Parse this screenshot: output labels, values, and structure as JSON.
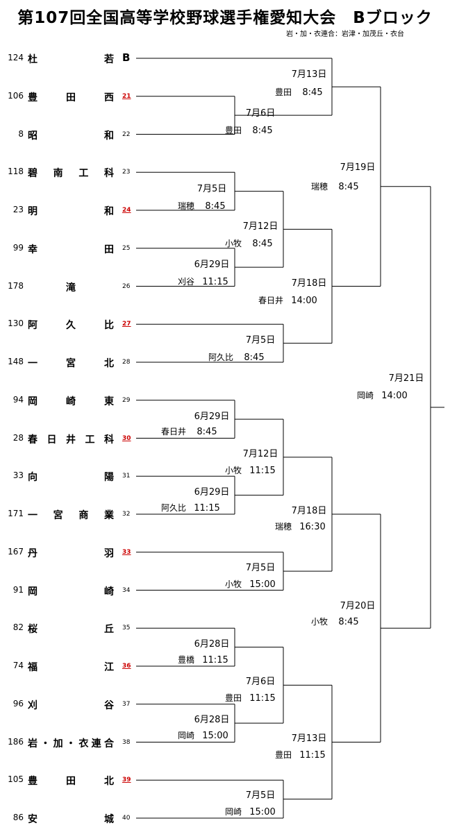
{
  "title": "第107回全国高等学校野球選手権愛知大会　Bブロック",
  "note": "岩・加・衣連合：岩津・加茂丘・衣台",
  "teams": [
    {
      "seed": "124",
      "name": "杜若",
      "slot": "B",
      "flag": "bye"
    },
    {
      "seed": "106",
      "name": "豊田西",
      "slot": "21",
      "flag": "seeded"
    },
    {
      "seed": "8",
      "name": "昭和",
      "slot": "22",
      "flag": ""
    },
    {
      "seed": "118",
      "name": "碧南工科",
      "slot": "23",
      "flag": ""
    },
    {
      "seed": "23",
      "name": "明和",
      "slot": "24",
      "flag": "seeded"
    },
    {
      "seed": "99",
      "name": "幸田",
      "slot": "25",
      "flag": ""
    },
    {
      "seed": "178",
      "name": "滝",
      "slot": "26",
      "flag": "center"
    },
    {
      "seed": "130",
      "name": "阿久比",
      "slot": "27",
      "flag": "seeded"
    },
    {
      "seed": "148",
      "name": "一宮北",
      "slot": "28",
      "flag": ""
    },
    {
      "seed": "94",
      "name": "岡崎東",
      "slot": "29",
      "flag": ""
    },
    {
      "seed": "28",
      "name": "春日井工科",
      "slot": "30",
      "flag": "seeded"
    },
    {
      "seed": "33",
      "name": "向陽",
      "slot": "31",
      "flag": ""
    },
    {
      "seed": "171",
      "name": "一宮商業",
      "slot": "32",
      "flag": ""
    },
    {
      "seed": "167",
      "name": "丹羽",
      "slot": "33",
      "flag": "seeded"
    },
    {
      "seed": "91",
      "name": "岡崎",
      "slot": "34",
      "flag": ""
    },
    {
      "seed": "82",
      "name": "桜丘",
      "slot": "35",
      "flag": ""
    },
    {
      "seed": "74",
      "name": "福江",
      "slot": "36",
      "flag": "seeded"
    },
    {
      "seed": "96",
      "name": "刈谷",
      "slot": "37",
      "flag": ""
    },
    {
      "seed": "186",
      "name": "岩・加・衣連合",
      "slot": "38",
      "flag": ""
    },
    {
      "seed": "105",
      "name": "豊田北",
      "slot": "39",
      "flag": "seeded"
    },
    {
      "seed": "86",
      "name": "安城",
      "slot": "40",
      "flag": ""
    }
  ],
  "games": [
    {
      "date": "7月13日",
      "venue": "豊田",
      "time": "8:45"
    },
    {
      "date": "7月6日",
      "venue": "豊田",
      "time": "8:45"
    },
    {
      "date": "7月19日",
      "venue": "瑞穂",
      "time": "8:45"
    },
    {
      "date": "7月5日",
      "venue": "瑞穂",
      "time": "8:45"
    },
    {
      "date": "7月12日",
      "venue": "小牧",
      "time": "8:45"
    },
    {
      "date": "6月29日",
      "venue": "刈谷",
      "time": "11:15"
    },
    {
      "date": "7月18日",
      "venue": "春日井",
      "time": "14:00"
    },
    {
      "date": "7月5日",
      "venue": "阿久比",
      "time": "8:45"
    },
    {
      "date": "7月21日",
      "venue": "岡崎",
      "time": "14:00"
    },
    {
      "date": "6月29日",
      "venue": "春日井",
      "time": "8:45"
    },
    {
      "date": "7月12日",
      "venue": "小牧",
      "time": "11:15"
    },
    {
      "date": "6月29日",
      "venue": "阿久比",
      "time": "11:15"
    },
    {
      "date": "7月18日",
      "venue": "瑞穂",
      "time": "16:30"
    },
    {
      "date": "7月5日",
      "venue": "小牧",
      "time": "15:00"
    },
    {
      "date": "7月20日",
      "venue": "小牧",
      "time": "8:45"
    },
    {
      "date": "6月28日",
      "venue": "豊橋",
      "time": "11:15"
    },
    {
      "date": "7月6日",
      "venue": "豊田",
      "time": "11:15"
    },
    {
      "date": "6月28日",
      "venue": "岡崎",
      "time": "15:00"
    },
    {
      "date": "7月13日",
      "venue": "豊田",
      "time": "11:15"
    },
    {
      "date": "7月5日",
      "venue": "岡崎",
      "time": "15:00"
    }
  ]
}
